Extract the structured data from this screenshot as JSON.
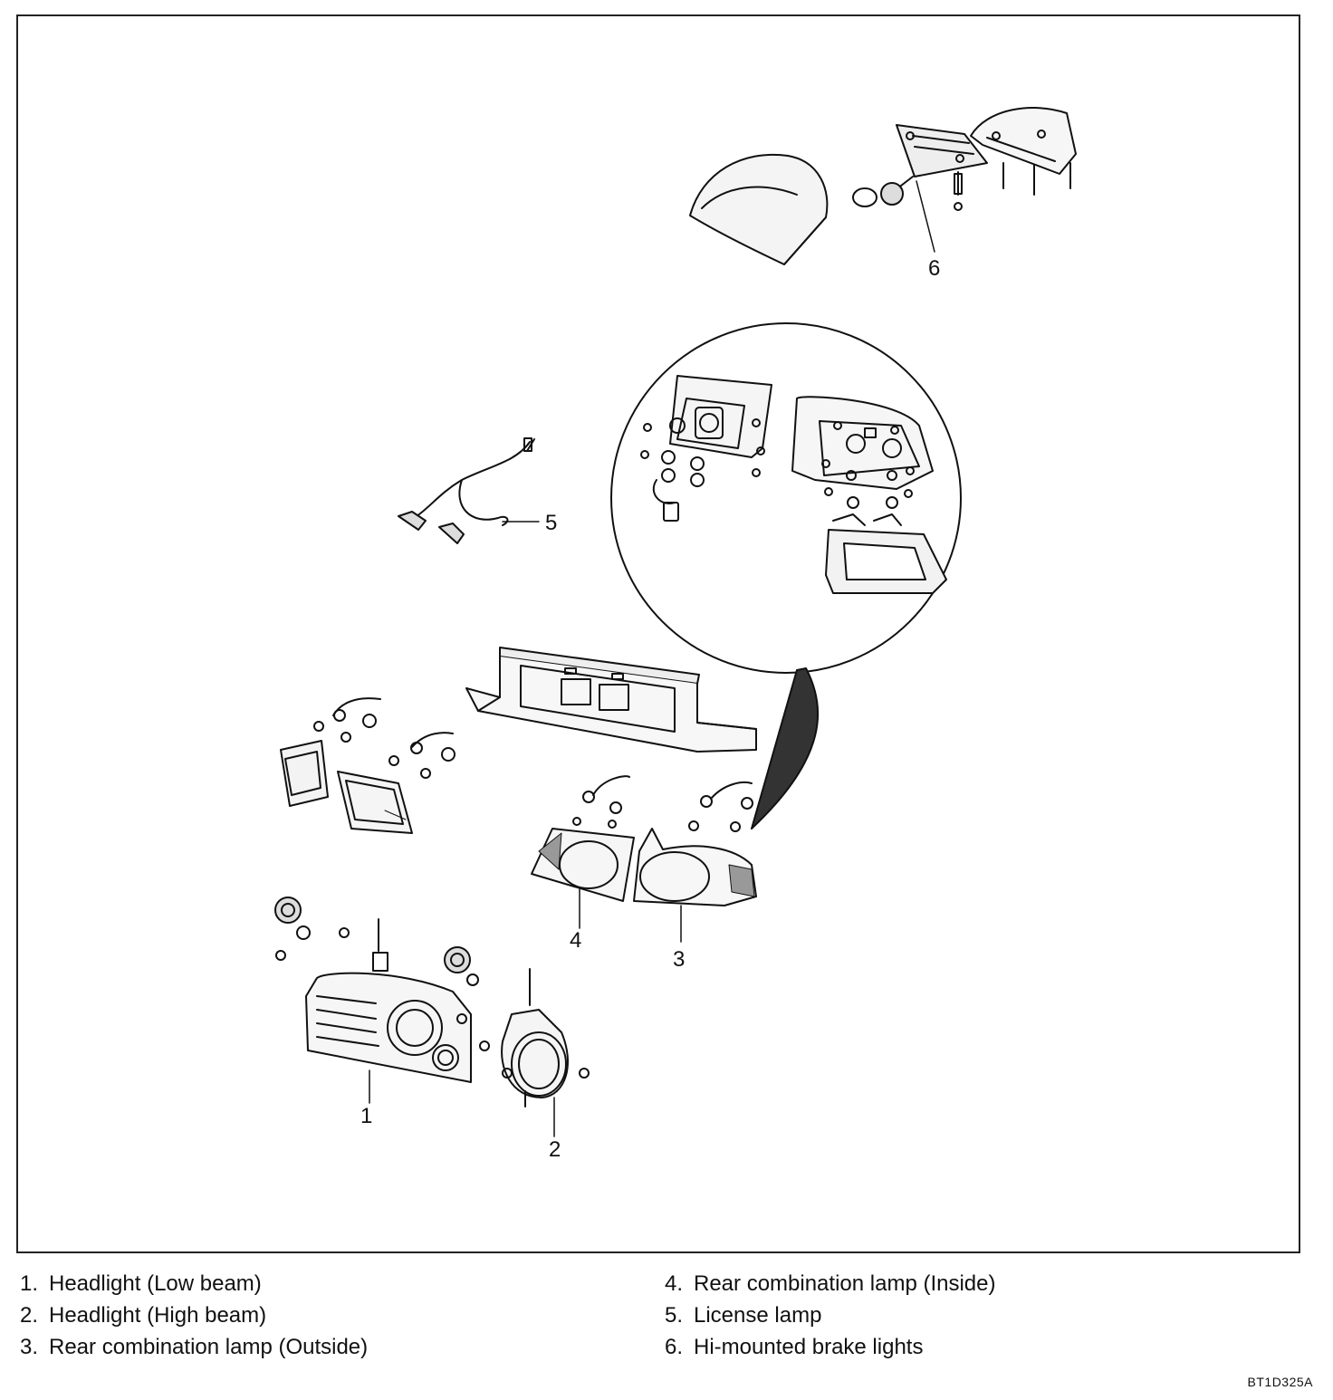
{
  "callouts": {
    "c1": "1",
    "c2": "2",
    "c3": "3",
    "c4": "4",
    "c5": "5",
    "c6": "6"
  },
  "legend": {
    "left": [
      {
        "num": "1.",
        "text": "Headlight (Low beam)"
      },
      {
        "num": "2.",
        "text": "Headlight (High beam)"
      },
      {
        "num": "3.",
        "text": "Rear combination lamp (Outside)"
      }
    ],
    "right": [
      {
        "num": "4.",
        "text": "Rear combination lamp (Inside)"
      },
      {
        "num": "5.",
        "text": "License lamp"
      },
      {
        "num": "6.",
        "text": "Hi-mounted brake lights"
      }
    ]
  },
  "figure_code": "BT1D325A"
}
